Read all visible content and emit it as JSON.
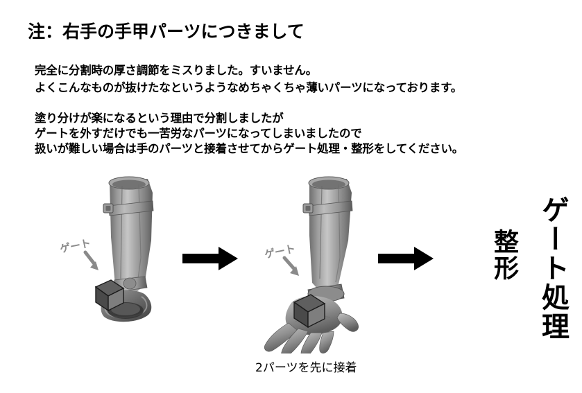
{
  "document": {
    "title": "注：右手の手甲パーツにつきまして",
    "paragraph1": [
      "完全に分割時の厚さ調節をミスりました。すいません。",
      "よくこんなものが抜けたなというようなめちゃくちゃ薄いパーツになっております。"
    ],
    "paragraph2": [
      "塗り分けが楽になるという理由で分割しましたが",
      "ゲートを外すだけでも一苦労なパーツになってしまいましたので",
      "扱いが難しい場合は手のパーツと接着させてからゲート処理・整形をしてください。"
    ]
  },
  "figure": {
    "caption": "2パーツを先に接着",
    "step1": {
      "name": "arm-sleeve-part",
      "gate_label": "ゲート"
    },
    "step2": {
      "name": "arm-with-hand-part",
      "gate_label": "ゲート"
    },
    "step3": {
      "vertical_main": "ゲート処理",
      "vertical_sub": "整形"
    },
    "arrow_glyph": "arrow-right"
  },
  "colors": {
    "text": "#000000",
    "background": "#ffffff",
    "render_gray": "#8d8d8d",
    "render_highlight": "#c9c9c9",
    "render_shadow": "#4a4a4a",
    "gate_label_gray": "#8a8a8a"
  }
}
